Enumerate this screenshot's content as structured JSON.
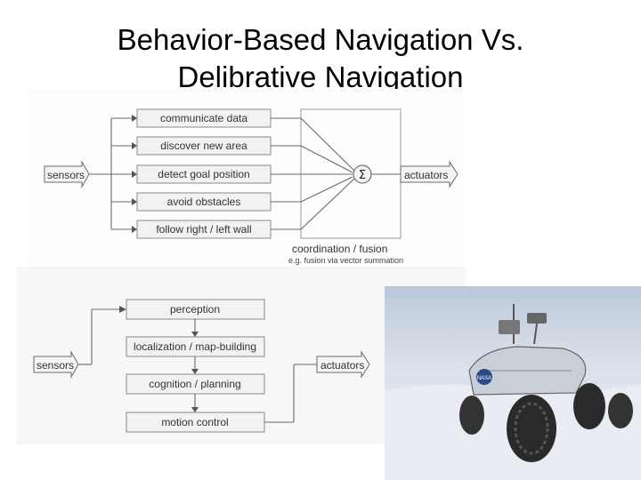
{
  "title": {
    "line1": "Behavior-Based Navigation Vs.",
    "line2": "Delibrative Navigation"
  },
  "behavior_diagram": {
    "input": "sensors",
    "behaviors": [
      "communicate data",
      "discover new area",
      "detect goal position",
      "avoid obstacles",
      "follow right / left wall"
    ],
    "sum_symbol": "Σ",
    "output": "actuators",
    "caption": "coordination / fusion",
    "subcaption": "e.g. fusion via vector summation"
  },
  "deliberative_diagram": {
    "input": "sensors",
    "stages": [
      "perception",
      "localization / map-building",
      "cognition / planning",
      "motion control"
    ],
    "output": "actuators"
  },
  "photo": {
    "badge": "NASA"
  }
}
